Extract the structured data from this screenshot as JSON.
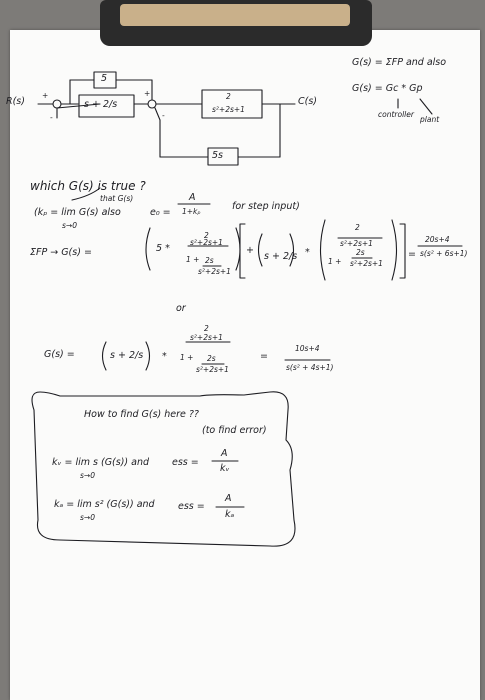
{
  "top_note": {
    "line1": "G(s) = ΣFP and also",
    "line2": "G(s) = Gc * Gp",
    "label_controller": "controller",
    "label_plant": "plant"
  },
  "diagram": {
    "input": "R(s)",
    "output": "C(s)",
    "sum1_sign": "+",
    "sum1_minus": "-",
    "sum2_plus": "+",
    "sum2_minus": "-",
    "feedforward_block": "5",
    "controller_block": "s + 2/s",
    "plant_num": "2",
    "plant_den": "s²+2s+1",
    "feedback_block": "5s"
  },
  "question": {
    "line": "which G(s) is true ?",
    "sub": "that G(s)",
    "kp_def": "(kₚ = lim G(s) also",
    "kp_sub": "s→0",
    "ess_lhs": "e₀ =",
    "ess_num": "A",
    "ess_den": "1+kₚ",
    "ess_note": "for step input)"
  },
  "eq1": {
    "lhs": "ΣFP  →   G(s) =",
    "five": "5 *",
    "f_num": "2",
    "f_den": "s²+2s+1",
    "one_plus": "1 + ",
    "f2s": "2s",
    "f2s_den": "s²+2s+1",
    "plus": "+",
    "ctrl": "s + 2/s",
    "times": "*",
    "g_num": "2",
    "g_den": "s²+2s+1",
    "g_one": "1 + ",
    "g_2s": "2s",
    "g_2s_den": "s²+2s+1",
    "res_num": "20s+4",
    "res_den": "s(s² + 6s+1)",
    "equals": "="
  },
  "or": "or",
  "eq2": {
    "lhs": "G(s) =",
    "ctrl": "s + 2/s",
    "times": "*",
    "num": "2",
    "num_den": "s²+2s+1",
    "one_plus": "1 + ",
    "two_s": "2s",
    "two_s_den": "s²+2s+1",
    "equals": "=",
    "res_num": "10s+4",
    "res_den": "s(s² + 4s+1)"
  },
  "box": {
    "title": "How to find G(s) here ??",
    "subtitle": "(to find error)",
    "kv_line": "kᵥ = lim s (G(s))  and",
    "kv_sub": "s→0",
    "kv_ess": "ess =",
    "kv_num": "A",
    "kv_den": "kᵥ",
    "ka_line": "kₐ = lim s² (G(s))  and",
    "ka_sub": "s→0",
    "ka_ess": "ess =",
    "ka_num": "A",
    "ka_den": "kₐ"
  }
}
